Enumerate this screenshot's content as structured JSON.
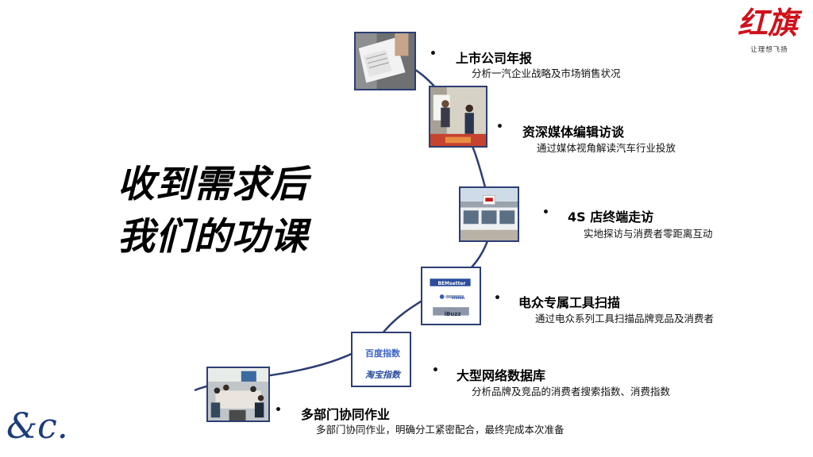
{
  "brand": {
    "name": "红旗",
    "slogan": "让理想飞扬",
    "color": "#d0101b"
  },
  "agency_logo": "&c.",
  "heading": {
    "line1": "收到需求后",
    "line2": "我们的功课"
  },
  "accent_color": "#2c3e73",
  "items": [
    {
      "title": "上市公司年报",
      "subtitle": "分析一汽企业战略及市场销售状况",
      "photo": "report-document-photo"
    },
    {
      "title": "资深媒体编辑访谈",
      "subtitle": "通过媒体视角解读汽车行业投放",
      "photo": "interview-photo"
    },
    {
      "title": "4S 店终端走访",
      "subtitle": "实地探访与消费者零距离互动",
      "photo": "dealership-photo"
    },
    {
      "title": "电众专属工具扫描",
      "subtitle": "通过电众系列工具扫描品牌竞品及消费者",
      "photo": "tool-logos-image"
    },
    {
      "title": "大型网络数据库",
      "subtitle": "分析品牌及竞品的消费者搜索指数、消费指数",
      "photo": "index-logos-image"
    },
    {
      "title": "多部门协同作业",
      "subtitle": "多部门协同作业，明确分工紧密配合，最终完成本次准备",
      "photo": "meeting-photo"
    }
  ],
  "tool_logos": [
    "BEMsetter",
    "vision",
    "iBuzz"
  ],
  "index_logos": [
    "百度指数",
    "淘宝指数"
  ]
}
